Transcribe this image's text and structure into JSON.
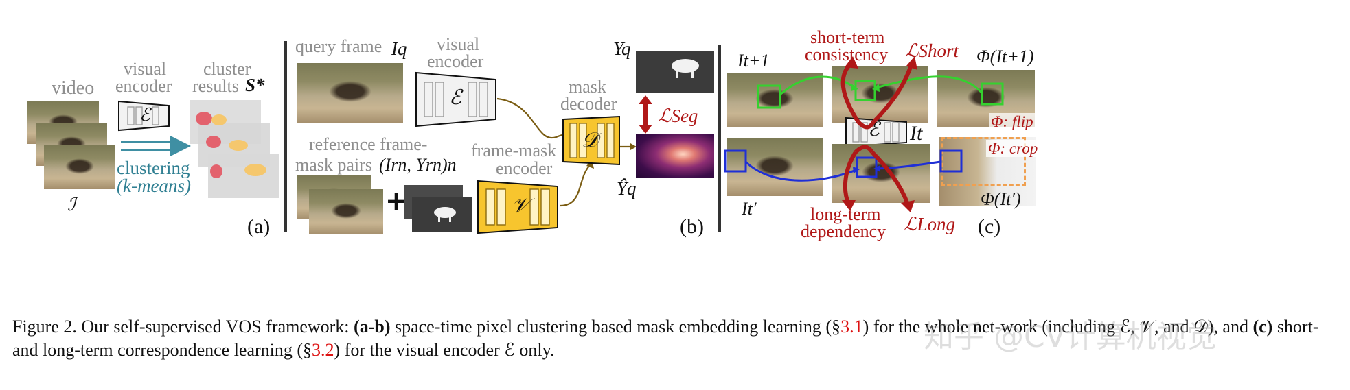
{
  "panel_a": {
    "video_label": "video",
    "visual_encoder_label_1": "visual",
    "visual_encoder_label_2": "encoder",
    "encoder_symbol": "ℰ",
    "cluster_label_1": "cluster",
    "cluster_label_2": "results",
    "cluster_symbol": "S*",
    "clustering_label": "clustering",
    "kmeans_label": "(k-means)",
    "video_symbol": "ℐ",
    "panel_tag": "(a)"
  },
  "panel_b": {
    "query_frame_label": "query frame",
    "query_symbol": "Iq",
    "visual_encoder_label_1": "visual",
    "visual_encoder_label_2": "encoder",
    "encoder_symbol": "ℰ",
    "ref_label_1": "reference frame-",
    "ref_label_2": "mask pairs",
    "ref_symbol": "(Irn, Yrn)n",
    "plus_symbol": "+",
    "fme_label_1": "frame-mask",
    "fme_label_2": "encoder",
    "fme_symbol": "𝒱",
    "mask_decoder_label_1": "mask",
    "mask_decoder_label_2": "decoder",
    "decoder_symbol": "𝒟",
    "yq_symbol": "Yq",
    "yq_hat_symbol": "Ŷq",
    "loss_seg": "ℒSeg",
    "panel_tag": "(b)"
  },
  "panel_c": {
    "short_term_1": "short-term",
    "short_term_2": "consistency",
    "long_term_1": "long-term",
    "long_term_2": "dependency",
    "loss_short": "ℒShort",
    "loss_long": "ℒLong",
    "it1_symbol": "It+1",
    "it_symbol": "It",
    "itp_symbol": "It′",
    "phi_it1": "Φ(It+1)",
    "phi_itp": "Φ(It′)",
    "encoder_symbol": "ℰ",
    "phi_flip": "Φ: flip",
    "phi_crop": "Φ: crop",
    "panel_tag": "(c)"
  },
  "caption": {
    "part1": "Figure 2. Our self-supervised VOS framework: ",
    "bold1": "(a-b)",
    "part2": " space-time pixel clustering based mask embedding learning (§",
    "ref1": "3.1",
    "part3": ") for the whole net-work (including ℰ, 𝒱, and 𝒟), and ",
    "bold2": "(c)",
    "part4": " short- and long-term correspondence learning (§",
    "ref2": "3.2",
    "part5": ") for the visual encoder ℰ only."
  },
  "watermark": "知乎 @CV计算机视觉",
  "colors": {
    "encoder_fill": "#f2f2f2",
    "decoder_fill": "#f7c52e",
    "loss_red": "#b01818",
    "arrow_teal": "#3f8fa3",
    "arrow_olive": "#7a5c12",
    "box_green": "#35d12f",
    "box_blue": "#1f2fd6",
    "crop_orange": "#f0a050"
  }
}
